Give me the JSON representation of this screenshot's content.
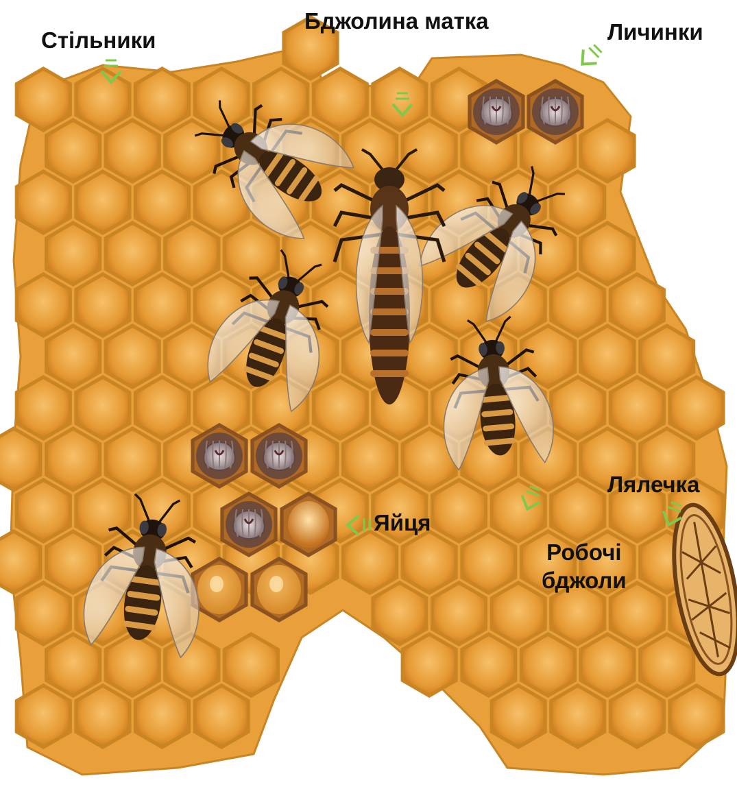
{
  "labels": {
    "combs": "Стільники",
    "queen": "Бджолина матка",
    "larvae": "Личинки",
    "pupa": "Лялечка",
    "eggs": "Яйця",
    "workers_line1": "Робочі",
    "workers_line2": "бджоли"
  },
  "colors": {
    "comb_fill": "#f0a63c",
    "cell_fill": "#e79a31",
    "cell_dark": "#c97a1c",
    "wax_edge": "#b8701c",
    "larva": "#b9aeb0",
    "pointer": "#7ec94a",
    "bee_body": "#3a2410",
    "bee_stripe": "#d99a45"
  },
  "icons": [
    "honeycomb-cell",
    "larva",
    "egg",
    "worker-bee",
    "queen-bee",
    "pupa",
    "pointer-arrow"
  ]
}
